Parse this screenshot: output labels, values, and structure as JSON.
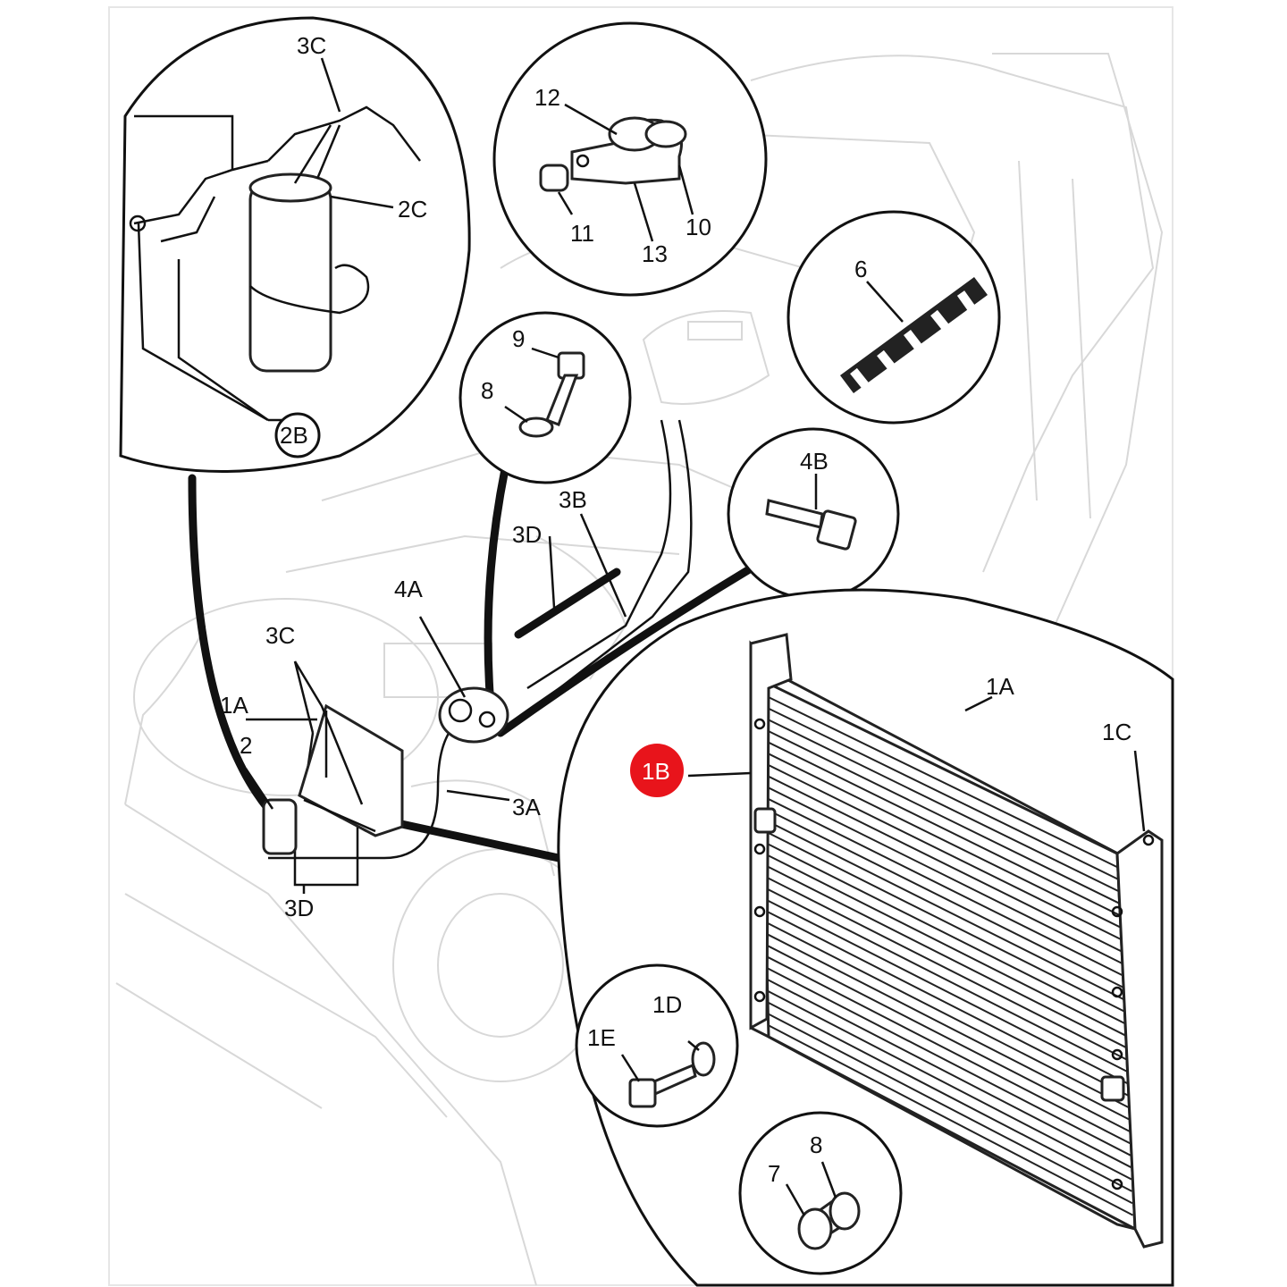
{
  "labels": {
    "l_3c_top": "3C",
    "l_2c": "2C",
    "l_2b": "2B",
    "l_12": "12",
    "l_10": "10",
    "l_11": "11",
    "l_13": "13",
    "l_6": "6",
    "l_9": "9",
    "l_8_top": "8",
    "l_4b": "4B",
    "l_3b": "3B",
    "l_3d_mid": "3D",
    "l_4a": "4A",
    "l_3c_mid": "3C",
    "l_1a_left": "1A",
    "l_2": "2",
    "l_3a": "3A",
    "l_3d_bottom": "3D",
    "l_1a_right": "1A",
    "l_1c": "1C",
    "l_1b": "1B",
    "l_1d": "1D",
    "l_1e": "1E",
    "l_8_bottom": "8",
    "l_7": "7"
  },
  "colors": {
    "highlight": "#e8141b",
    "ink": "#111111",
    "background_ink": "#d8d8d8"
  }
}
